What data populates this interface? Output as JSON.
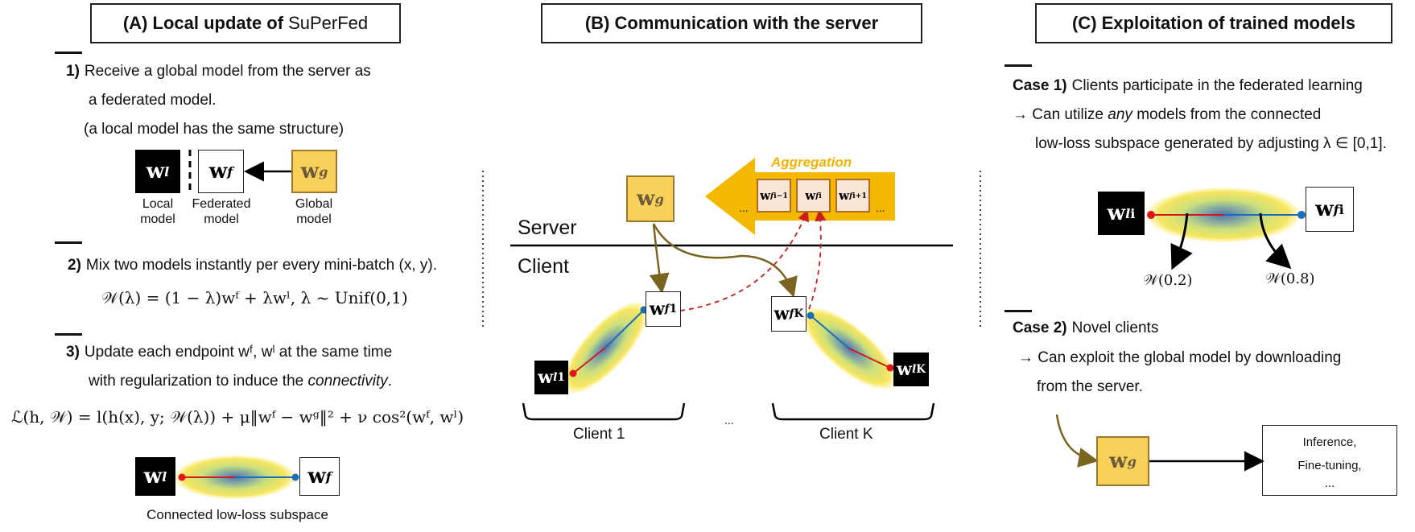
{
  "panels": {
    "a": {
      "title_bold": "(A) Local update of",
      "title_thin": "SuPerFed",
      "step1_num": "1)",
      "step1_line1": "Receive a global model from the server as",
      "step1_line2": "a federated model.",
      "step1_line3": "(a local model has the same structure)",
      "local_caption": "Local\nmodel",
      "federated_caption": "Federated\nmodel",
      "global_caption": "Global\nmodel",
      "step2_num": "2)",
      "step2_text": "Mix two models instantly per every mini-batch (x, y).",
      "step2_formula": "𝒲(λ) = (1 − λ)wᶠ + λwˡ, λ ~ Unif(0,1)",
      "step3_num": "3)",
      "step3_line1": "Update each endpoint wᶠ, wˡ at the same time",
      "step3_line2_pre": "with regularization to induce the ",
      "step3_line2_em": "connectivity",
      "step3_line2_post": ".",
      "loss_formula": "ℒ(h, 𝒲) = l(h(x), y; 𝒲(λ)) + μ‖wᶠ − wᵍ‖² + ν cos²(wᶠ, wˡ)",
      "subspace_caption": "Connected low-loss subspace"
    },
    "b": {
      "title": "(B) Communication with the server",
      "aggregation_label": "Aggregation",
      "server_label": "Server",
      "client_label": "Client",
      "client1_caption": "Client 1",
      "clientk_caption": "Client K",
      "ellipsis_between": "...",
      "ellipsis_left": "...",
      "ellipsis_right": "...",
      "agg_sub_1": "i−1",
      "agg_sub_2": "i",
      "agg_sub_3": "i+1"
    },
    "c": {
      "title": "(C) Exploitation of trained models",
      "case1_bold": "Case 1)",
      "case1_text": "Clients participate in the federated learning",
      "case1_line2_pre": "→ Can utilize ",
      "case1_line2_em": "any",
      "case1_line2_post": " models from the connected",
      "case1_line3": "low-loss subspace generated by adjusting λ ∈ [0,1].",
      "w02": "𝒲(0.2)",
      "w08": "𝒲(0.8)",
      "case2_bold": "Case 2)",
      "case2_text": "Novel clients",
      "case2_line2": "→ Can exploit the global model by downloading",
      "case2_line3": "from the server.",
      "inference_line1": "Inference,",
      "inference_line2": "Fine-tuning,",
      "inference_line3": "..."
    }
  },
  "colors": {
    "gold_fill": "#f9d05a",
    "gold_border": "#9a7a2a",
    "aggregation_arrow": "#f5b800",
    "client_arrow": "#7a6420",
    "dashed_red": "#c81e1e",
    "endpoint_red": "#e0151a",
    "endpoint_blue": "#1a6fb8"
  }
}
